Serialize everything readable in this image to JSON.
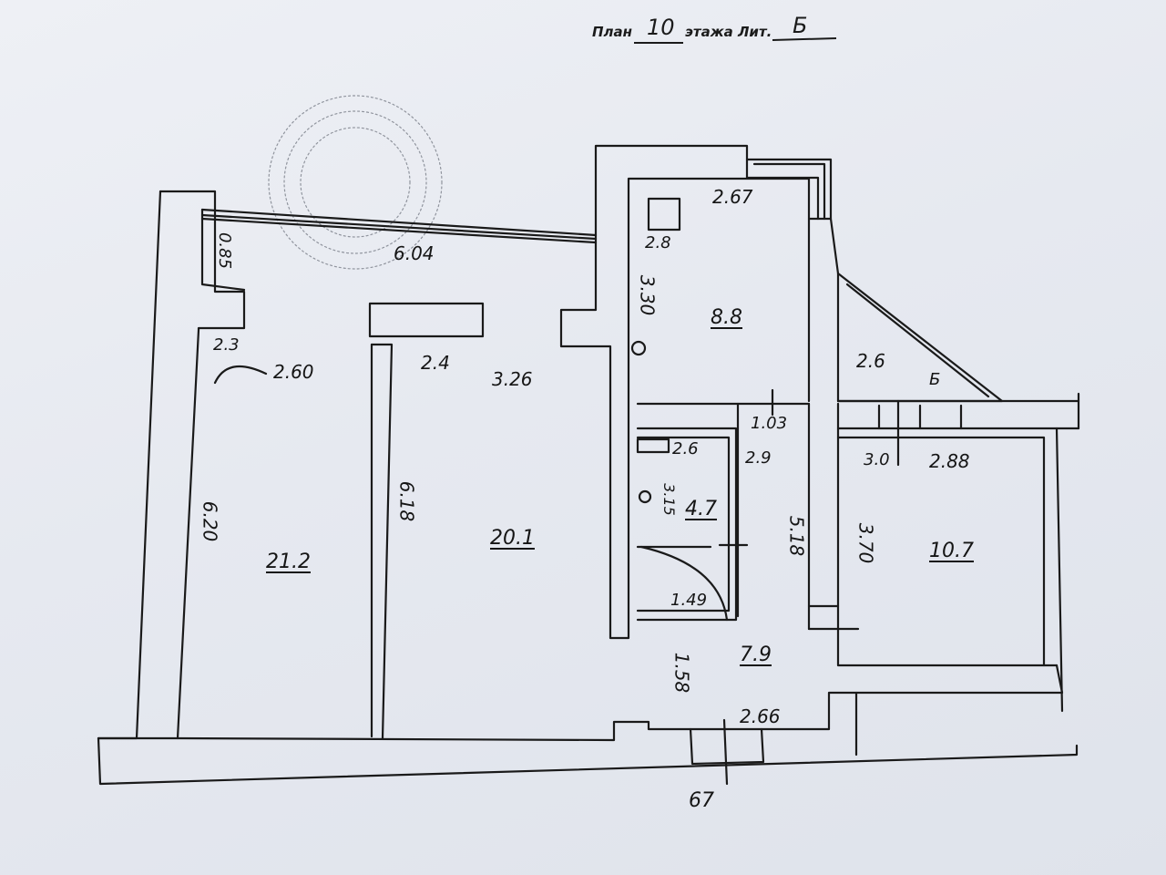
{
  "header": {
    "plan_word": "План",
    "floor_number": "10",
    "floor_word": "этажа Лит.",
    "letter": "Б"
  },
  "areas": {
    "room_left": "21.2",
    "room_middle": "20.1",
    "kitchen": "8.8",
    "bathroom": "4.7",
    "hall": "7.9",
    "room_right": "10.7",
    "balcony_right": "2.6"
  },
  "dimensions": {
    "balcony_depth": "0.85",
    "balcony_length": "6.04",
    "left_wall_offset": "2.3",
    "left_room_width": "2.60",
    "left_room_length": "6.20",
    "middle_offset": "2.4",
    "middle_room_width": "3.26",
    "middle_room_length": "6.18",
    "kitchen_width": "2.67",
    "kitchen_left": "2.8",
    "kitchen_length": "3.30",
    "corridor_width": "1.03",
    "bath_width": "2.6",
    "bath_side": "2.9",
    "bath_length": "3.15",
    "bath_door": "1.49",
    "hall_length": "5.18",
    "hall_lower": "1.58",
    "hall_width": "2.66",
    "right_offset": "3.0",
    "right_room_width": "2.88",
    "right_room_length": "3.70",
    "bottom_mark": "67",
    "balcony_right_mark": "Б"
  }
}
